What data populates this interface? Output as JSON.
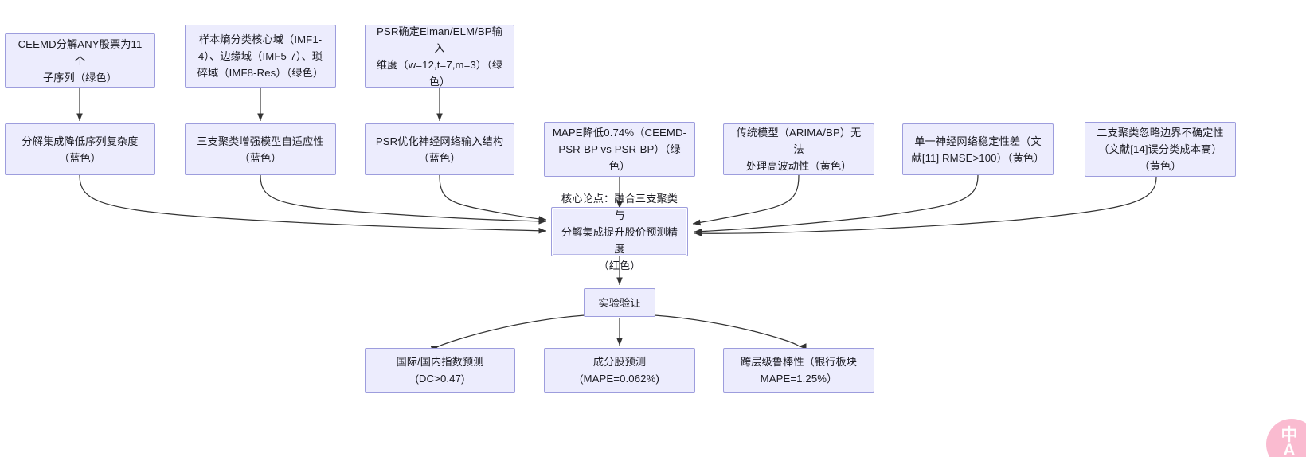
{
  "diagram": {
    "type": "flowchart",
    "title": "",
    "node_fill": "#ececfd",
    "node_stroke": "#9d9ddd",
    "edge_color": "#333333",
    "nodes": [
      {
        "id": "n1",
        "label": "CEEMD分解ANY股票为11个\n子序列（绿色）"
      },
      {
        "id": "n2",
        "label": "样本熵分类核心域（IMF1-\n4）、边缘域（IMF5-7）、琐\n碎域（IMF8-Res）（绿色）"
      },
      {
        "id": "n3",
        "label": "PSR确定Elman/ELM/BP输入\n维度（w=12,t=7,m=3）（绿\n色）"
      },
      {
        "id": "n4",
        "label": "分解集成降低序列复杂度\n（蓝色）"
      },
      {
        "id": "n5",
        "label": "三支聚类增强模型自适应性\n（蓝色）"
      },
      {
        "id": "n6",
        "label": "PSR优化神经网络输入结构\n（蓝色）"
      },
      {
        "id": "n7",
        "label": "MAPE降低0.74%（CEEMD-\nPSR-BP vs PSR-BP）（绿\n色）"
      },
      {
        "id": "n8",
        "label": "传统模型（ARIMA/BP）无法\n处理高波动性（黄色）"
      },
      {
        "id": "n9",
        "label": "单一神经网络稳定性差（文\n献[11] RMSE>100）（黄色）"
      },
      {
        "id": "n10",
        "label": "二支聚类忽略边界不确定性\n（文献[14]误分类成本高）\n（黄色）"
      },
      {
        "id": "core",
        "label": "核心论点：融合三支聚类与\n分解集成提升股价预测精度\n（红色）"
      },
      {
        "id": "n11",
        "label": "实验验证"
      },
      {
        "id": "n12",
        "label": "国际/国内指数预测\n(DC>0.47)"
      },
      {
        "id": "n13",
        "label": "成分股预测\n(MAPE=0.062%)"
      },
      {
        "id": "n14",
        "label": "跨层级鲁棒性（银行板块\nMAPE=1.25%）"
      }
    ],
    "edges": [
      {
        "from": "n1",
        "to": "n4"
      },
      {
        "from": "n2",
        "to": "n5"
      },
      {
        "from": "n3",
        "to": "n6"
      },
      {
        "from": "n4",
        "to": "core"
      },
      {
        "from": "n5",
        "to": "core"
      },
      {
        "from": "n6",
        "to": "core"
      },
      {
        "from": "n7",
        "to": "core"
      },
      {
        "from": "n8",
        "to": "core"
      },
      {
        "from": "n9",
        "to": "core"
      },
      {
        "from": "n10",
        "to": "core"
      },
      {
        "from": "core",
        "to": "n11"
      },
      {
        "from": "n11",
        "to": "n12"
      },
      {
        "from": "n11",
        "to": "n13"
      },
      {
        "from": "n11",
        "to": "n14"
      }
    ]
  },
  "watermark": {
    "label": "中\nA",
    "color": "#f9a8c4"
  }
}
